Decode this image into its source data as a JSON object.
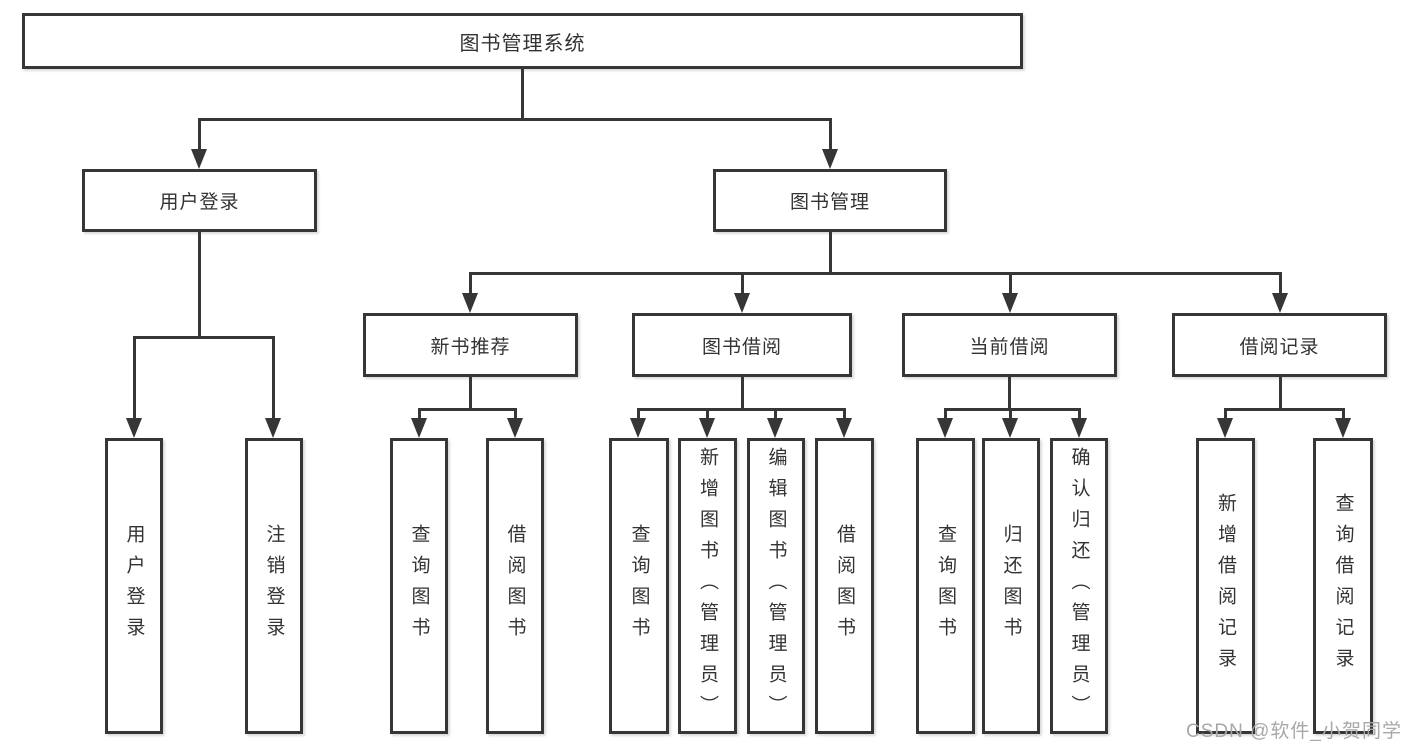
{
  "colors": {
    "line": "#363636",
    "text": "#333333",
    "box_fill": "#ffffff",
    "background": "#ffffff",
    "watermark": "#a8a8a8"
  },
  "watermark": {
    "text": "CSDN @软件_小贺同学"
  },
  "tree": {
    "label": "图书管理系统",
    "children": [
      {
        "label": "用户登录",
        "children": [
          {
            "label": "用户登录"
          },
          {
            "label": "注销登录"
          }
        ]
      },
      {
        "label": "图书管理",
        "children": [
          {
            "label": "新书推荐",
            "children": [
              {
                "label": "查询图书"
              },
              {
                "label": "借阅图书"
              }
            ]
          },
          {
            "label": "图书借阅",
            "children": [
              {
                "label": "查询图书"
              },
              {
                "label": "新增图书（管理员）"
              },
              {
                "label": "编辑图书（管理员）"
              },
              {
                "label": "借阅图书"
              }
            ]
          },
          {
            "label": "当前借阅",
            "children": [
              {
                "label": "查询图书"
              },
              {
                "label": "归还图书"
              },
              {
                "label": "确认归还（管理员）"
              }
            ]
          },
          {
            "label": "借阅记录",
            "children": [
              {
                "label": "新增借阅记录"
              },
              {
                "label": "查询借阅记录"
              }
            ]
          }
        ]
      }
    ]
  }
}
